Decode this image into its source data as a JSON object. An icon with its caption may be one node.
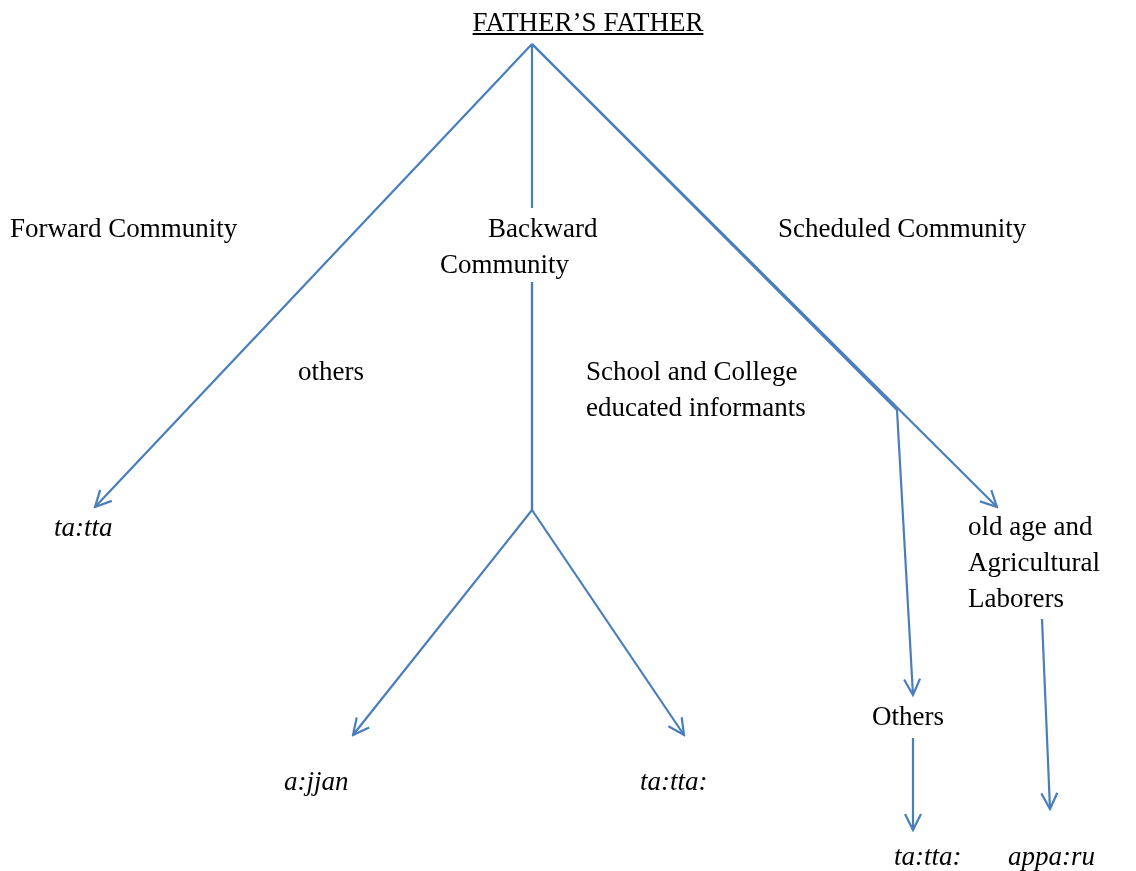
{
  "diagram": {
    "nodes": [
      {
        "text": [
          "FATHER’S FATHER"
        ]
      },
      {
        "text": [
          "ta:tta"
        ]
      },
      {
        "text": [
          "Backward Community"
        ]
      },
      {
        "text": [
          "a:jjan"
        ]
      },
      {
        "text": [
          "ta:tta:"
        ]
      },
      {
        "text": [
          "old age and Agricultural Laborers"
        ]
      },
      {
        "text": [
          "Others"
        ]
      },
      {
        "text": [
          "ta:tta:"
        ]
      },
      {
        "text": [
          "appa:ru"
        ]
      }
    ],
    "edges": [
      {
        "from": 0,
        "to": 1,
        "arrow": "to"
      },
      {
        "from": 0,
        "to": 2,
        "arrow": "none"
      },
      {
        "from": 2,
        "to": 3,
        "arrow": "to"
      },
      {
        "from": 2,
        "to": 4,
        "arrow": "to"
      },
      {
        "from": 0,
        "to": 5,
        "arrow": "to"
      },
      {
        "from": 0,
        "to": 6,
        "arrow": "to"
      },
      {
        "from": 6,
        "to": 7,
        "arrow": "to"
      },
      {
        "from": 5,
        "to": 8,
        "arrow": "to"
      }
    ],
    "labels": [
      "Forward Community",
      "Scheduled Community",
      "others",
      "School and College educated informants"
    ]
  }
}
